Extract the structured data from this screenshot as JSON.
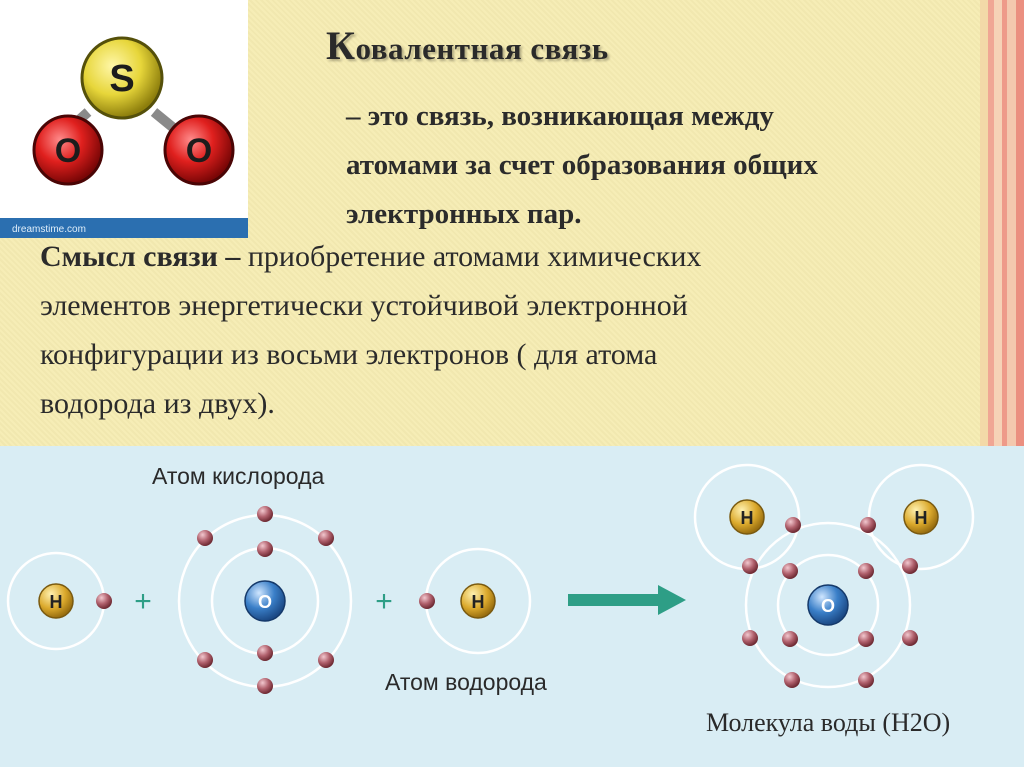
{
  "molecule": {
    "top_atom": "S",
    "left_atom": "O",
    "right_atom": "O",
    "watermark": "dreamstime.com"
  },
  "title": {
    "first_letter": "К",
    "rest": "овалентная связь"
  },
  "definition": {
    "line1": "– это связь, возникающая между",
    "line2": "атомами за счет образования общих",
    "line3": "электронных пар."
  },
  "meaning": {
    "bold_label": "Смысл связи –",
    "line1_rest": " приобретение атомами химических",
    "line2": "элементов энергетически устойчивой  электронной",
    "line3": "конфигурации из восьми электронов ( для атома",
    "line4": "водорода из двух)."
  },
  "diagram": {
    "oxygen_caption": "Атом кислорода",
    "hydrogen_caption": "Атом водорода",
    "water_caption": "Молекула воды (Н2О)",
    "h_symbol": "Н",
    "o_symbol": "О",
    "plus": "+",
    "colors": {
      "background": "#d9edf4",
      "electron": "#a8515e",
      "hydrogen_nucleus": "#d9a62a",
      "oxygen_nucleus": "#2f6fb3",
      "arrow": "#2e9e86",
      "orbit": "#ffffff"
    }
  }
}
